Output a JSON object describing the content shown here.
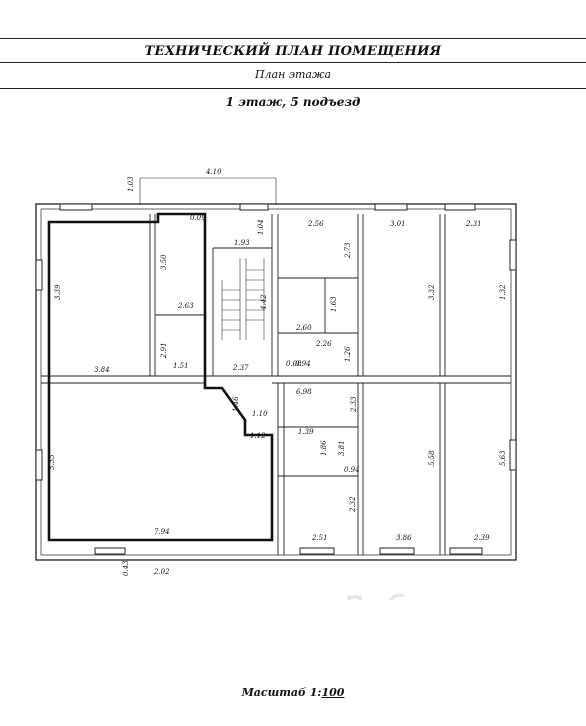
{
  "header": {
    "title": "ТЕХНИЧЕСКИЙ ПЛАН ПОМЕЩЕНИЯ",
    "subtitle": "План этажа",
    "floor_label": "1 этаж, 5 подъезд"
  },
  "plan": {
    "dimensions": [
      "4.10",
      "1.03",
      "3.39",
      "3.50",
      "2.63",
      "2.91",
      "3.84",
      "1.51",
      "1.93",
      "1.04",
      "4.42",
      "2.37",
      "2.56",
      "2.73",
      "2.60",
      "1.63",
      "2.26",
      "1.26",
      "3.01",
      "3.32",
      "2.31",
      "1.32",
      "6.98",
      "0.08",
      "0.94",
      "1.46",
      "1.10",
      "1.12",
      "2.33",
      "1.39",
      "1.86",
      "3.81",
      "0.94",
      "5.35",
      "7.94",
      "2.32",
      "2.51",
      "5.58",
      "3.86",
      "5.63",
      "2.39",
      "0.43",
      "2.02",
      "0.09"
    ],
    "watermark": "Дубрис"
  },
  "footer": {
    "scale_prefix": "Масштаб 1:",
    "scale_value": "100"
  }
}
